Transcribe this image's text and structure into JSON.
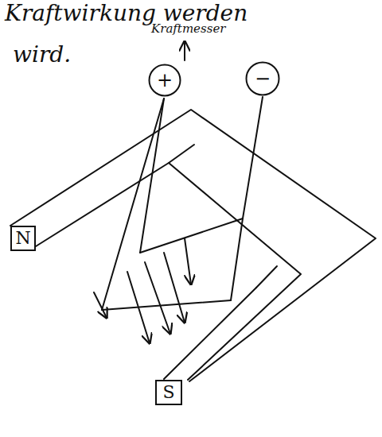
{
  "diagram": {
    "nodes": [
      {
        "text": [
          "+"
        ]
      },
      {
        "text": [
          "−"
        ]
      },
      {
        "text": [
          "N"
        ]
      },
      {
        "text": [
          "S"
        ]
      }
    ],
    "labels": [
      "Kraftwirkung werden",
      "Kraftmesser",
      "wird."
    ]
  }
}
